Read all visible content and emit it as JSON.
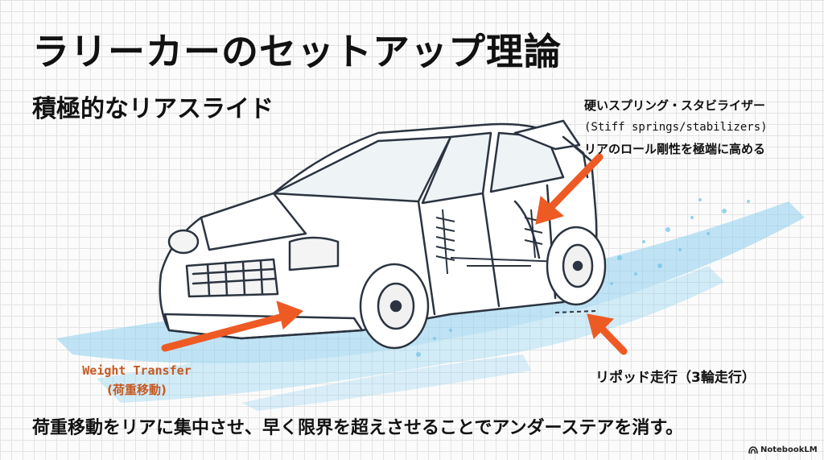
{
  "title": "ラリーカーのセットアップ理論",
  "subtitle": "積極的なリアスライド",
  "annotations": {
    "stiff_springs": {
      "line1": "硬いスプリング・スタビライザー",
      "line2": "(Stiff springs/stabilizers)",
      "line3": "リアのロール剛性を極端に高める"
    },
    "weight_transfer": {
      "line1": "Weight Transfer",
      "line2": "(荷重移動)"
    },
    "three_wheel": "リポッド走行（3輪走行）"
  },
  "footer": "荷重移動をリアに集中させ、早く限界を超えさせることでアンダーステアを消す。",
  "badge": {
    "label": "NotebookLM",
    "icon": "notebooklm-logo-icon"
  },
  "colors": {
    "arrow": "#ee5a24",
    "snow": "#8fd1ef",
    "weight_text": "#c65a22",
    "ink": "#2b3440"
  }
}
